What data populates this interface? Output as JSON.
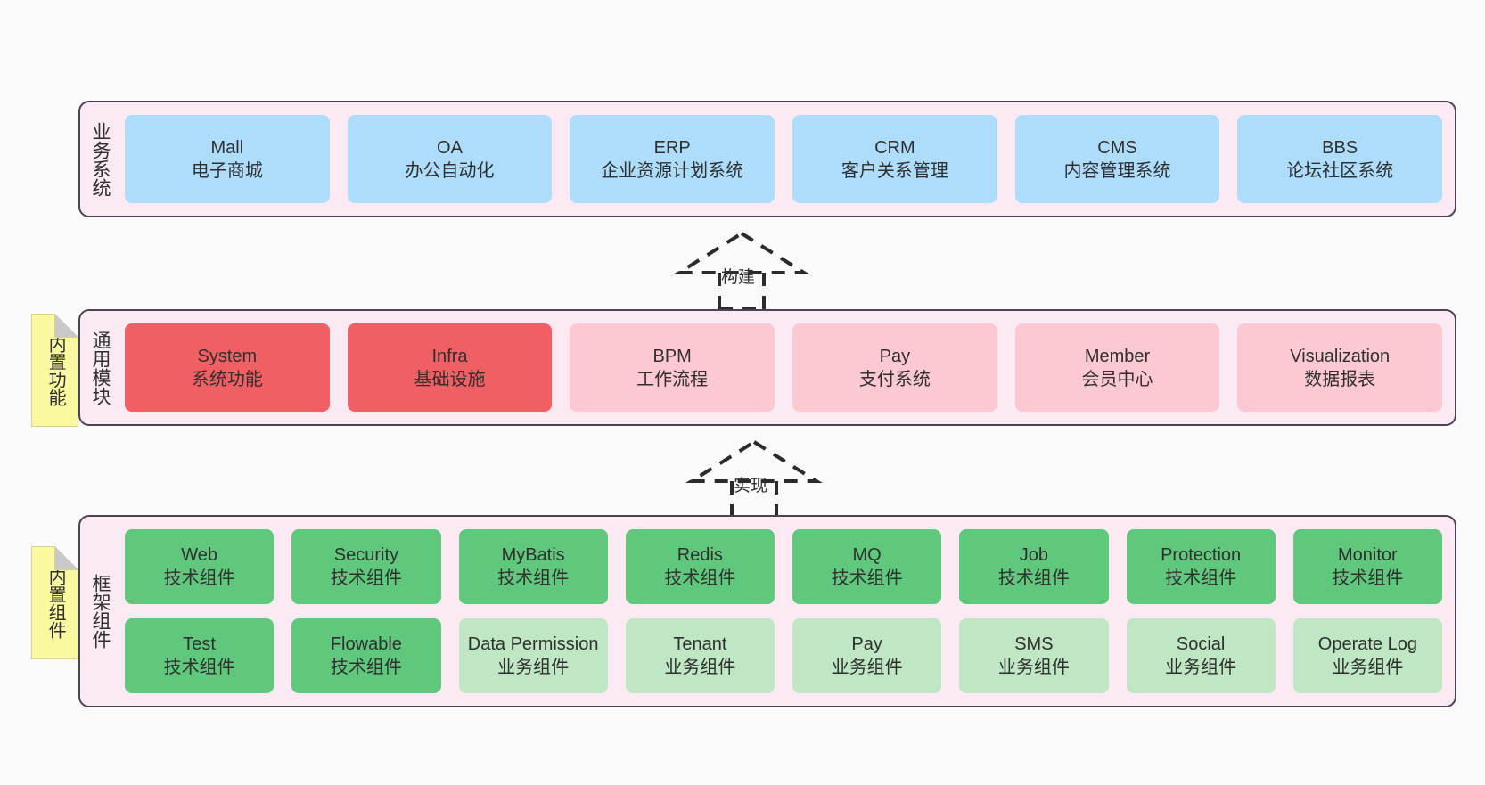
{
  "diagram": {
    "title_implicit": "",
    "colors": {
      "panel_bg": "#fbeaf4",
      "panel_border": "#4a4453",
      "business_card": "#aeddfb",
      "module_core": "#ef5f63",
      "module_normal": "#fcc8d2",
      "tech_component": "#5fc87c",
      "biz_component": "#bfe7c4",
      "note_bg": "#fbf9a0",
      "page_bg": "#fafafa"
    }
  },
  "layers": [
    {
      "id": "business",
      "title": "业务系统",
      "note": null,
      "rows": [
        [
          {
            "en": "Mall",
            "cn": "电子商城",
            "style": "c-blue"
          },
          {
            "en": "OA",
            "cn": "办公自动化",
            "style": "c-blue"
          },
          {
            "en": "ERP",
            "cn": "企业资源计划系统",
            "style": "c-blue"
          },
          {
            "en": "CRM",
            "cn": "客户关系管理",
            "style": "c-blue"
          },
          {
            "en": "CMS",
            "cn": "内容管理系统",
            "style": "c-blue"
          },
          {
            "en": "BBS",
            "cn": "论坛社区系统",
            "style": "c-blue"
          }
        ]
      ]
    },
    {
      "id": "modules",
      "title": "通用模块",
      "note": "内置功能",
      "rows": [
        [
          {
            "en": "System",
            "cn": "系统功能",
            "style": "c-red"
          },
          {
            "en": "Infra",
            "cn": "基础设施",
            "style": "c-red"
          },
          {
            "en": "BPM",
            "cn": "工作流程",
            "style": "c-pink"
          },
          {
            "en": "Pay",
            "cn": "支付系统",
            "style": "c-pink"
          },
          {
            "en": "Member",
            "cn": "会员中心",
            "style": "c-pink"
          },
          {
            "en": "Visualization",
            "cn": "数据报表",
            "style": "c-pink"
          }
        ]
      ]
    },
    {
      "id": "framework",
      "title": "框架组件",
      "note": "内置组件",
      "rows": [
        [
          {
            "en": "Web",
            "cn": "技术组件",
            "style": "c-green"
          },
          {
            "en": "Security",
            "cn": "技术组件",
            "style": "c-green"
          },
          {
            "en": "MyBatis",
            "cn": "技术组件",
            "style": "c-green"
          },
          {
            "en": "Redis",
            "cn": "技术组件",
            "style": "c-green"
          },
          {
            "en": "MQ",
            "cn": "技术组件",
            "style": "c-green"
          },
          {
            "en": "Job",
            "cn": "技术组件",
            "style": "c-green"
          },
          {
            "en": "Protection",
            "cn": "技术组件",
            "style": "c-green"
          },
          {
            "en": "Monitor",
            "cn": "技术组件",
            "style": "c-green"
          }
        ],
        [
          {
            "en": "Test",
            "cn": "技术组件",
            "style": "c-green"
          },
          {
            "en": "Flowable",
            "cn": "技术组件",
            "style": "c-green"
          },
          {
            "en": "Data Permission",
            "cn": "业务组件",
            "style": "c-lightgreen"
          },
          {
            "en": "Tenant",
            "cn": "业务组件",
            "style": "c-lightgreen"
          },
          {
            "en": "Pay",
            "cn": "业务组件",
            "style": "c-lightgreen"
          },
          {
            "en": "SMS",
            "cn": "业务组件",
            "style": "c-lightgreen"
          },
          {
            "en": "Social",
            "cn": "业务组件",
            "style": "c-lightgreen"
          },
          {
            "en": "Operate Log",
            "cn": "业务组件",
            "style": "c-lightgreen"
          }
        ]
      ]
    }
  ],
  "connectors": [
    {
      "id": "build",
      "label": "构建"
    },
    {
      "id": "realize",
      "label": "实现"
    }
  ]
}
